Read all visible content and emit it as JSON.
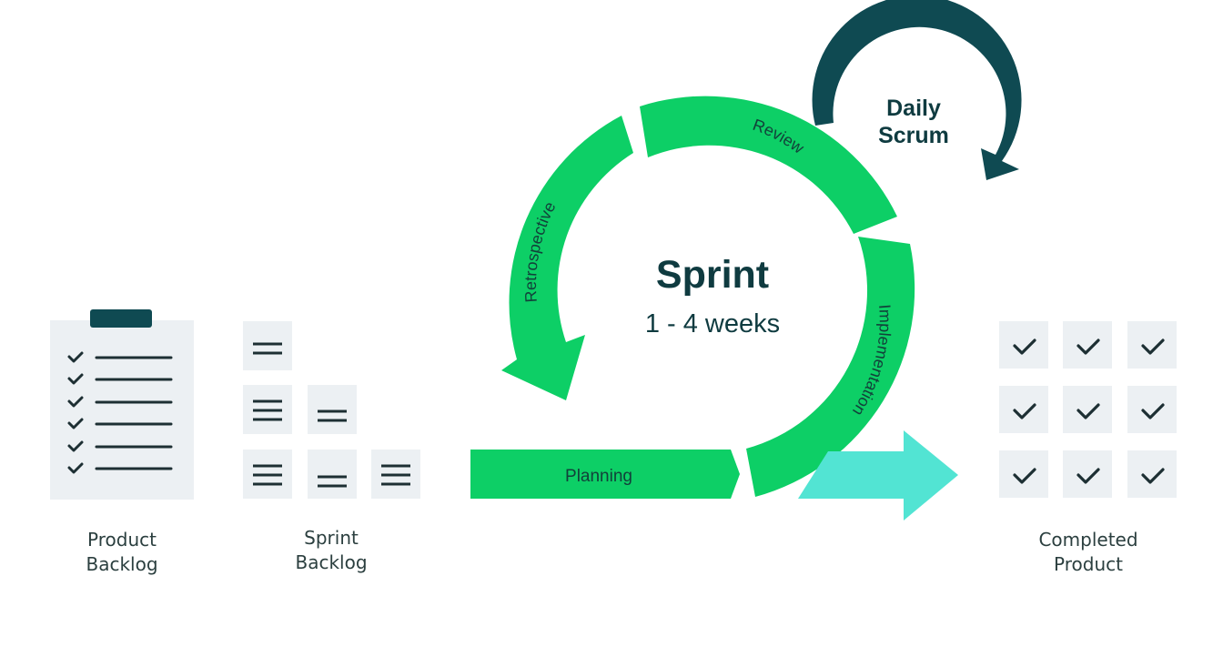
{
  "product_backlog": {
    "label": "Product\nBacklog",
    "checklist_rows": 6
  },
  "sprint_backlog": {
    "label": "Sprint\nBacklog"
  },
  "sprint": {
    "title": "Sprint",
    "duration": "1 - 4 weeks"
  },
  "phases": {
    "planning": "Planning",
    "implementation": "Implementation",
    "review": "Review",
    "retrospective": "Retrospective"
  },
  "daily_scrum": {
    "line1": "Daily",
    "line2": "Scrum"
  },
  "completed_product": {
    "label": "Completed\nProduct",
    "tiles": 9
  },
  "colors": {
    "green": "#0dcf66",
    "dark_teal": "#0f4a52",
    "aqua": "#52e4d3",
    "tile": "#ecf0f3"
  }
}
